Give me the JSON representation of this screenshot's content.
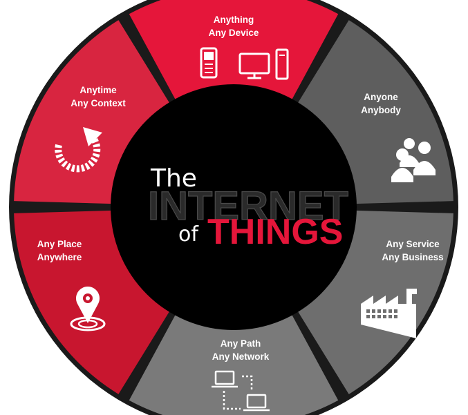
{
  "title": {
    "the": "The",
    "internet": "INTERNET",
    "of": "of",
    "things": "THINGS"
  },
  "segments": [
    {
      "line1": "Anything",
      "line2": "Any Device",
      "color": "#e5163a",
      "icon": "phone-computer-icon"
    },
    {
      "line1": "Anyone",
      "line2": "Anybody",
      "color": "#5e5e5e",
      "icon": "people-group-icon"
    },
    {
      "line1": "Any Service",
      "line2": "Any Business",
      "color": "#6e6e6e",
      "icon": "factory-icon"
    },
    {
      "line1": "Any Path",
      "line2": "Any Network",
      "color": "#7a7a7a",
      "icon": "network-computers-icon"
    },
    {
      "line1": "Any Place",
      "line2": "Anywhere",
      "color": "#c8162f",
      "icon": "location-pin-icon"
    },
    {
      "line1": "Anytime",
      "line2": "Any Context",
      "color": "#d82540",
      "icon": "cycle-arrow-icon"
    }
  ],
  "colors": {
    "ring_background": "#1a1a1a",
    "center": "#000000",
    "accent_red": "#e5163a"
  }
}
